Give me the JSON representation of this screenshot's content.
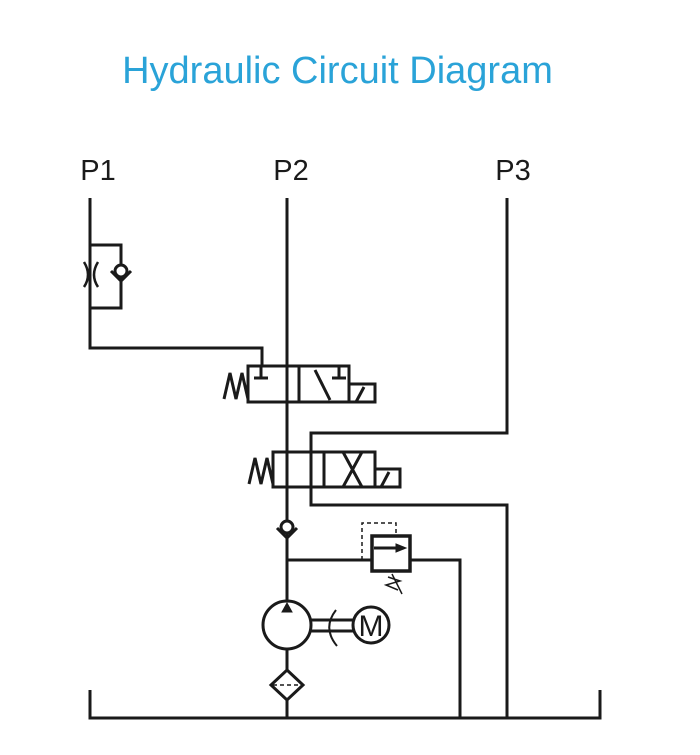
{
  "title": "Hydraulic Circuit Diagram",
  "ports": [
    "P1",
    "P2",
    "P3"
  ],
  "components": {
    "motor_label": "M"
  },
  "colors": {
    "title": "#2aa3d8",
    "line": "#1a1a1a"
  }
}
